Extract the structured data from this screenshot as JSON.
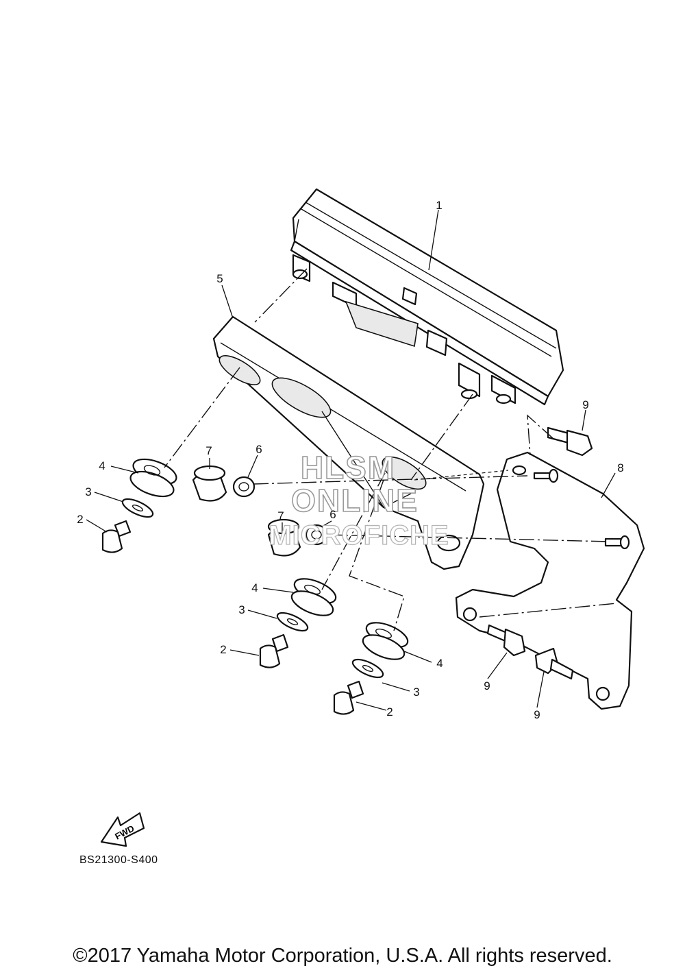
{
  "diagram": {
    "callouts": {
      "c1": "1",
      "c5": "5",
      "c9a": "9",
      "c8": "8",
      "c4a": "4",
      "c3a": "3",
      "c2a": "2",
      "c7a": "7",
      "c6a": "6",
      "c7b": "7",
      "c6b": "6",
      "c4b": "4",
      "c3b": "3",
      "c2b": "2",
      "c4c": "4",
      "c3c": "3",
      "c2c": "2",
      "c9b": "9",
      "c9c": "9"
    },
    "watermark": {
      "line1": "HLSM",
      "line2": "ONLINE",
      "line3": "MICROFICHE"
    },
    "fwd_label": "FWD",
    "reference_code": "BS21300-S400"
  },
  "footer": {
    "copyright": "©2017 Yamaha Motor Corporation, U.S.A. All rights reserved."
  }
}
